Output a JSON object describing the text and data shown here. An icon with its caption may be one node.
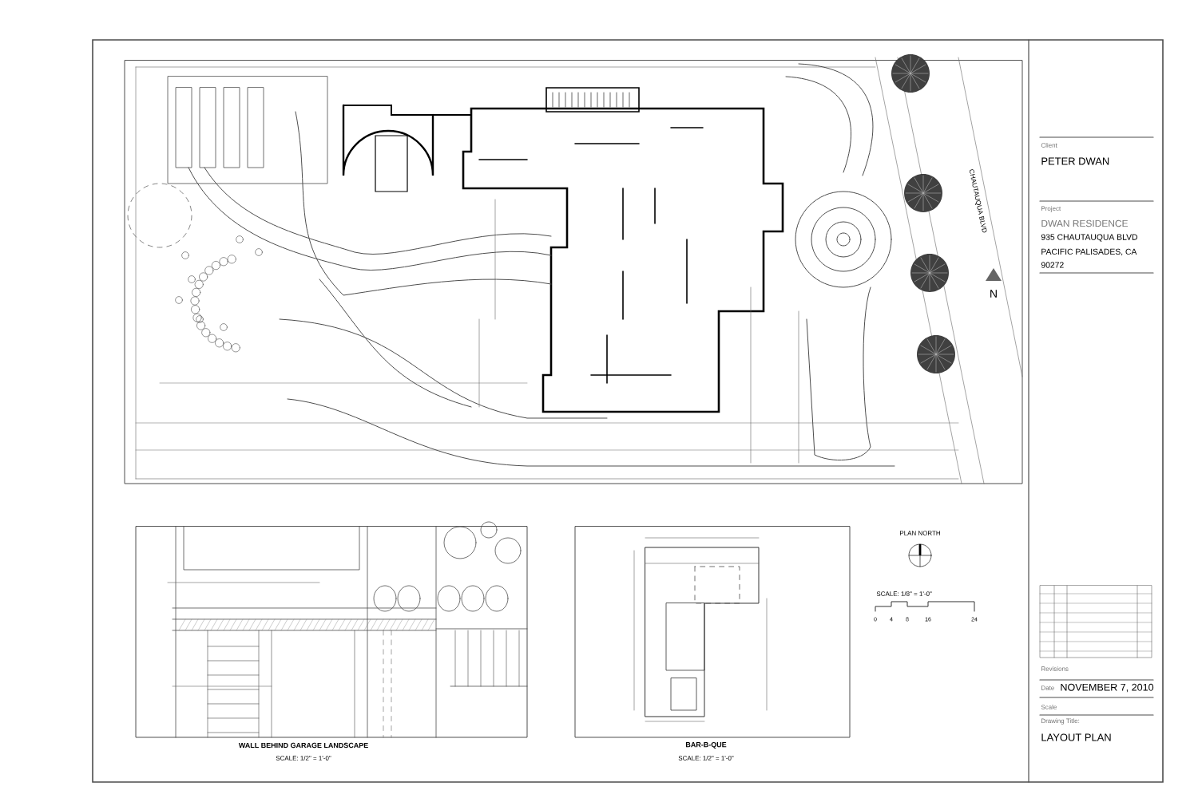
{
  "diagram": {
    "labels": [
      "CHAUTAUQUA BLVD",
      "N",
      "Client",
      "PETER DWAN",
      "Project",
      "DWAN RESIDENCE",
      "935 CHAUTAUQUA BLVD",
      "PACIFIC PALISADES, CA",
      "90272",
      "PLAN NORTH",
      "SCALE: 1/8\" = 1'-0\"",
      "0",
      "4",
      "8",
      "16",
      "24",
      "WALL BEHIND GARAGE LANDSCAPE",
      "SCALE: 1/2\" = 1'-0\"",
      "BAR-B-QUE",
      "SCALE: 1/2\" = 1'-0\"",
      "Revisions",
      "Date",
      "NOVEMBER 7, 2010",
      "Scale",
      "Drawing Title:",
      "LAYOUT PLAN"
    ]
  }
}
